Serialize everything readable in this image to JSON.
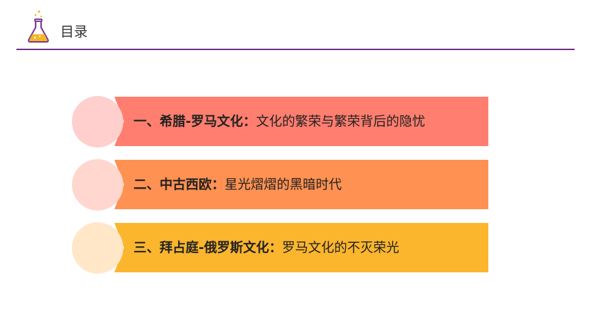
{
  "header": {
    "title": "目录",
    "accent_color": "#6f2a86",
    "icon": "flask-icon"
  },
  "items": [
    {
      "label": "一、希腊-罗马文化：",
      "description": "文化的繁荣与繁荣背后的隐忧",
      "bar_color": "#ff7e6f",
      "circle_color": "#ffcfcd"
    },
    {
      "label": "二、中古西欧：",
      "description": "星光熠熠的黑暗时代",
      "bar_color": "#ff9152",
      "circle_color": "#ffd7cf"
    },
    {
      "label": "三、拜占庭-俄罗斯文化：",
      "description": "罗马文化的不灭荣光",
      "bar_color": "#fbb62e",
      "circle_color": "#ffe7c7"
    }
  ]
}
